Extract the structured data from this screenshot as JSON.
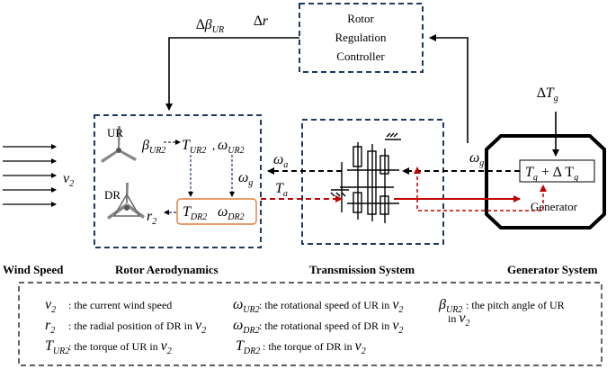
{
  "blocks": {
    "controller": [
      "Rotor",
      "Regulation",
      "Controller"
    ],
    "generator": "Generator",
    "ur_label": "UR",
    "dr_label": "DR"
  },
  "captions": {
    "wind": "Wind  Speed",
    "rotor": "Rotor  Aerodynamics",
    "transmission": "Transmission  System",
    "generator": "Generator  System"
  },
  "symbols": {
    "beta_ur": "∆β",
    "beta_ur_sub": "UR",
    "delta_r": "∆r",
    "delta_tg": "∆T",
    "delta_tg_sub": "g",
    "v2": "v",
    "v2_sub": "2",
    "beta_ur2": "β",
    "beta_ur2_sub": "UR2",
    "t_ur2": "T",
    "t_ur2_sub": "UR2",
    "omega_ur2": "ω",
    "omega_ur2_sub": "UR2",
    "omega_g_inside": "ω",
    "omega_g_inside_sub": "g",
    "r2": "r",
    "r2_sub": "2",
    "t_dr2": "T",
    "t_dr2_sub": "DR2",
    "omega_dr2": "ω",
    "omega_dr2_sub": "DR2",
    "omega_a": "ω",
    "omega_a_sub": "a",
    "t_a": "T",
    "t_a_sub": "a",
    "omega_g": "ω",
    "omega_g_sub": "g",
    "tg_box_t": "T",
    "tg_box_sub": "g",
    "tg_box_plus": " + ∆ T",
    "tg_box_sub2": "g"
  },
  "legend": [
    {
      "sym": "v",
      "sub": "2",
      "text": ": the current wind speed"
    },
    {
      "sym": "ω",
      "sub": "UR2",
      "text": ": the rotational speed of UR in ",
      "tail": "v",
      "tail_sub": "2"
    },
    {
      "sym": "β",
      "sub": "UR2",
      "text": ": the pitch angle of UR",
      "text2": "in ",
      "tail": "v",
      "tail_sub": "2"
    },
    {
      "sym": "r",
      "sub": "2",
      "text": ": the radial position of DR in ",
      "tail": "v",
      "tail_sub": "2"
    },
    {
      "sym": "ω",
      "sub": "DR2",
      "text": ": the rotational speed of DR in ",
      "tail": "v",
      "tail_sub": "2"
    },
    {
      "sym": "T",
      "sub": "UR2",
      "text": ": the torque of UR in ",
      "tail": "v",
      "tail_sub": "2"
    },
    {
      "sym": "T",
      "sub": "DR2",
      "text": ": the torque of DR in ",
      "tail": "v",
      "tail_sub": "2"
    }
  ],
  "colors": {
    "box_border": "#1f3864",
    "signal_red": "#c00000",
    "dr_box_border": "#e07b39"
  }
}
